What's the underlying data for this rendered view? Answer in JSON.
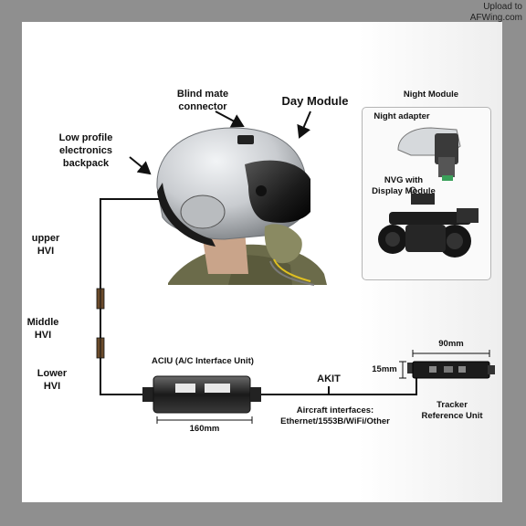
{
  "watermark": {
    "line1": "Upload to",
    "line2": "AFWing.com"
  },
  "labels": {
    "blind_mate_1": "Blind mate",
    "blind_mate_2": "connector",
    "day_module": "Day Module",
    "night_module": "Night Module",
    "night_adapter": "Night adapter",
    "nvg_1": "NVG with",
    "nvg_2": "Display Module",
    "backpack_1": "Low profile",
    "backpack_2": "electronics",
    "backpack_3": "backpack",
    "upper_hvi_1": "upper",
    "upper_hvi_2": "HVI",
    "middle_hvi_1": "Middle",
    "middle_hvi_2": "HVI",
    "lower_hvi_1": "Lower",
    "lower_hvi_2": "HVI",
    "aciu": "ACIU (A/C Interface Unit)",
    "aciu_width": "160mm",
    "akit": "AKIT",
    "aircraft_1": "Aircraft interfaces:",
    "aircraft_2": "Ethernet/1553B/WiFi/Other",
    "tru_width": "90mm",
    "tru_height": "15mm",
    "tru_1": "Tracker",
    "tru_2": "Reference Unit"
  },
  "colors": {
    "background": "#8f8f8f",
    "panel": "#ffffff",
    "cable": "#111111",
    "helmet": "#c9ccd0",
    "visor": "#2a2a2a",
    "flight_suit": "#6b6b4a"
  }
}
